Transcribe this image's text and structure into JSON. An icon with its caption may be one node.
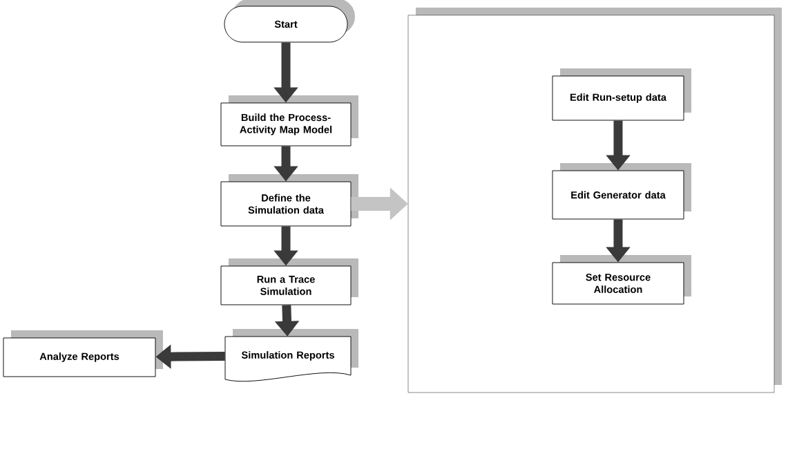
{
  "diagram": {
    "nodes": [
      {
        "text": [
          "Start"
        ]
      },
      {
        "text": [
          "Build the Process-Activity Map Model"
        ]
      },
      {
        "text": [
          "Define the Simulation data"
        ]
      },
      {
        "text": [
          "Run a Trace Simulation"
        ]
      },
      {
        "text": [
          "Simulation Reports"
        ]
      },
      {
        "text": [
          "Analyze Reports"
        ]
      },
      {
        "text": [],
        "shape": "box"
      },
      {
        "text": [
          "Edit Run-setup data"
        ],
        "in": 6
      },
      {
        "text": [
          "Edit Generator data"
        ],
        "in": 6
      },
      {
        "text": [
          "Set Resource Allocation"
        ],
        "in": 6
      }
    ],
    "edges": [
      {
        "from": 0,
        "to": 1,
        "arrow": "to"
      },
      {
        "from": 1,
        "to": 2,
        "arrow": "to"
      },
      {
        "from": 2,
        "to": 3,
        "arrow": "to"
      },
      {
        "from": 3,
        "to": 4,
        "arrow": "to"
      },
      {
        "from": 4,
        "to": 5,
        "arrow": "to"
      },
      {
        "from": 2,
        "to": 6,
        "arrow": "to",
        "color": "#c4c4c4"
      },
      {
        "from": 7,
        "to": 8,
        "arrow": "to"
      },
      {
        "from": 8,
        "to": 9,
        "arrow": "to"
      }
    ]
  }
}
